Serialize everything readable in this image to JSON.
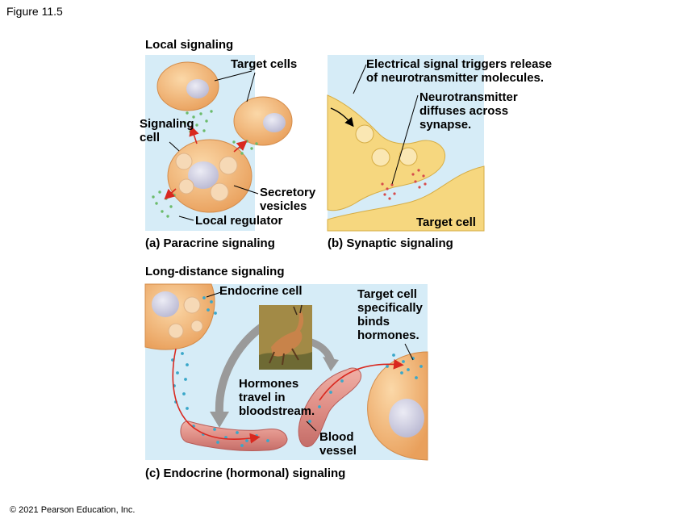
{
  "figure_label": "Figure 11.5",
  "copyright": "© 2021 Pearson Education, Inc.",
  "local": {
    "heading": "Local signaling",
    "paracrine": {
      "target_cells": "Target cells",
      "signaling_cell": "Signaling\ncell",
      "secretory_vesicles": "Secretory\nvesicles",
      "local_regulator": "Local regulator",
      "caption": "(a) Paracrine signaling"
    },
    "synaptic": {
      "electrical": "Electrical signal triggers release\nof neurotransmitter molecules.",
      "neurotransmitter": "Neurotransmitter\ndiffuses across\nsynapse.",
      "target_cell": "Target cell",
      "caption": "(b) Synaptic signaling"
    }
  },
  "long": {
    "heading": "Long-distance signaling",
    "endocrine_cell": "Endocrine cell",
    "target_binds": "Target cell\nspecifically\nbinds\nhormones.",
    "hormones_travel": "Hormones\ntravel in\nbloodstream.",
    "blood_vessel": "Blood\nvessel",
    "caption": "(c) Endocrine (hormonal) signaling"
  },
  "colors": {
    "panel_bg": "#d6ecf7",
    "cell_fill": "#f2b574",
    "nucleus": "#c9c8dc",
    "neuron": "#f6d77f",
    "vessel": "#e3938c",
    "hormone_dot": "#3aa7c9",
    "regulator_dot": "#6bbb6b",
    "neurotransmitter_dot": "#d64b4b",
    "arrow": "#d9281f"
  }
}
